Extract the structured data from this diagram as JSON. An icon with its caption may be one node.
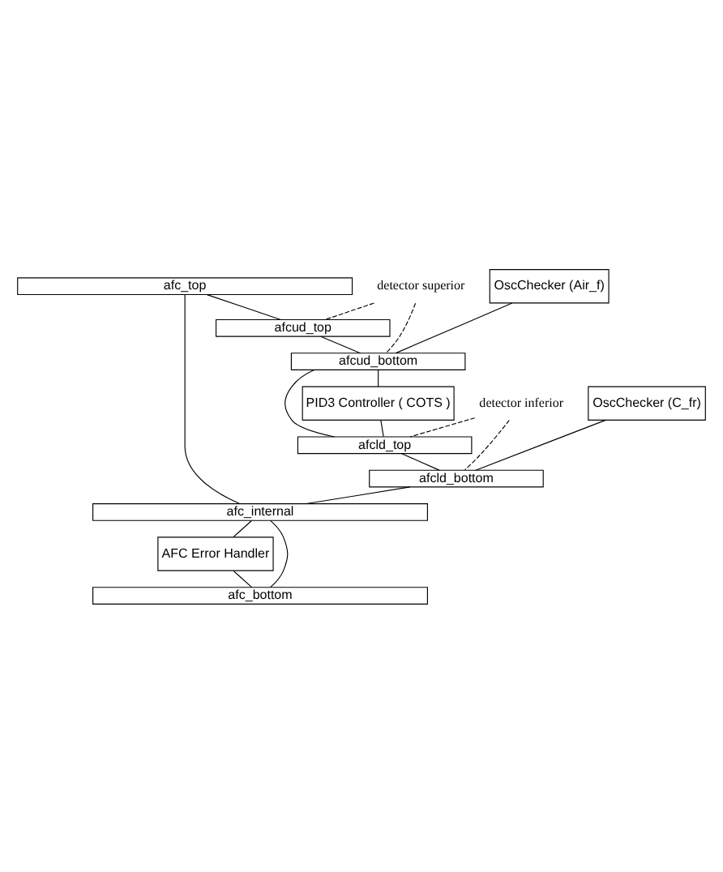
{
  "diagram": {
    "nodes": [
      {
        "text": [
          "afc_top"
        ]
      },
      {
        "text": [
          "afcud_top"
        ]
      },
      {
        "text": [
          "detector superior"
        ]
      },
      {
        "text": [
          "OscChecker (Air_f)"
        ]
      },
      {
        "text": [
          "afcud_bottom"
        ]
      },
      {
        "text": [
          "PID3 Controller ( COTS )"
        ]
      },
      {
        "text": [
          "afcld_top"
        ]
      },
      {
        "text": [
          "detector inferior"
        ]
      },
      {
        "text": [
          "OscChecker (C_fr)"
        ]
      },
      {
        "text": [
          "afcld_bottom"
        ]
      },
      {
        "text": [
          "afc_internal"
        ]
      },
      {
        "text": [
          "AFC Error Handler"
        ]
      },
      {
        "text": [
          "afc_bottom"
        ]
      }
    ],
    "edges": [
      {
        "from": 0,
        "to": 1,
        "arrow": "none"
      },
      {
        "from": 0,
        "to": 10,
        "arrow": "none"
      },
      {
        "from": 1,
        "to": 4,
        "arrow": "none"
      },
      {
        "from": 2,
        "to": 1,
        "arrow": "none",
        "style": "dashed"
      },
      {
        "from": 2,
        "to": 4,
        "arrow": "none",
        "style": "dashed"
      },
      {
        "from": 3,
        "to": 4,
        "arrow": "none"
      },
      {
        "from": 4,
        "to": 5,
        "arrow": "none"
      },
      {
        "from": 4,
        "to": 6,
        "arrow": "none"
      },
      {
        "from": 5,
        "to": 6,
        "arrow": "none"
      },
      {
        "from": 6,
        "to": 9,
        "arrow": "none"
      },
      {
        "from": 7,
        "to": 6,
        "arrow": "none",
        "style": "dashed"
      },
      {
        "from": 7,
        "to": 9,
        "arrow": "none",
        "style": "dashed"
      },
      {
        "from": 8,
        "to": 9,
        "arrow": "none"
      },
      {
        "from": 9,
        "to": 10,
        "arrow": "none"
      },
      {
        "from": 10,
        "to": 12,
        "arrow": "none"
      },
      {
        "from": 10,
        "to": 11,
        "arrow": "none"
      },
      {
        "from": 11,
        "to": 12,
        "arrow": "none"
      }
    ]
  }
}
